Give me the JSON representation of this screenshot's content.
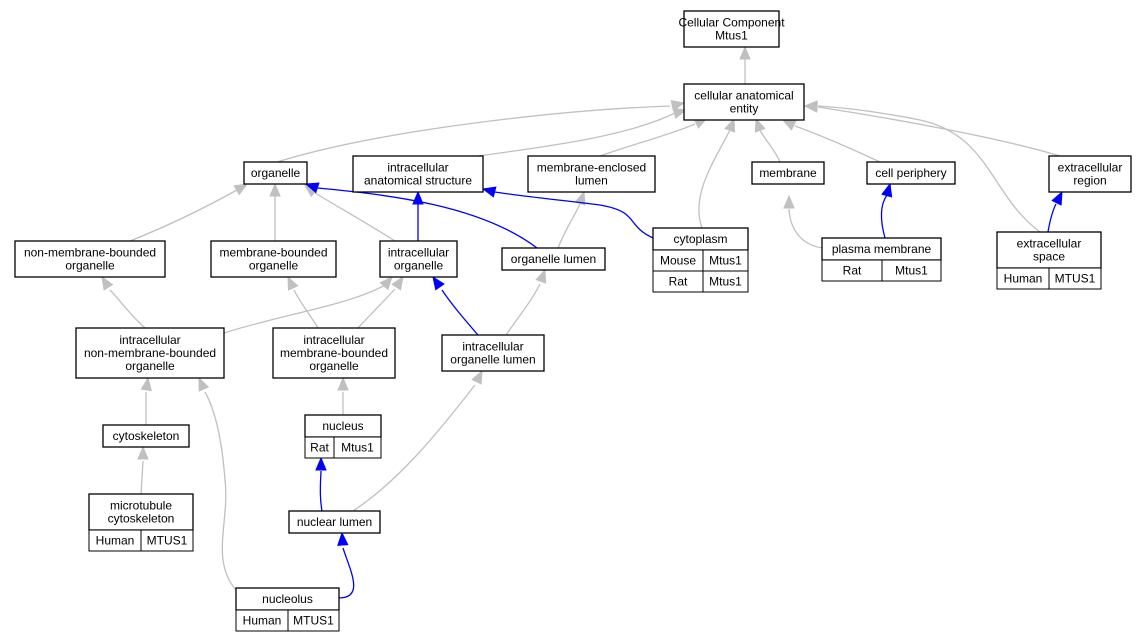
{
  "colors": {
    "edge_gray": "#c0c0c0",
    "edge_blue": "#0000ff",
    "human": "#f4634a",
    "rat": "#ffd700",
    "mouse": "#a8d8ea",
    "node_border": "#000000",
    "node_fill": "#ffffff"
  },
  "nodes": {
    "root": {
      "lines": [
        "Cellular Component",
        "Mtus1"
      ]
    },
    "cellular_anatomical_entity": {
      "lines": [
        "cellular anatomical",
        "entity"
      ]
    },
    "organelle": {
      "lines": [
        "organelle"
      ]
    },
    "intracellular_anatomical_structure": {
      "lines": [
        "intracellular",
        "anatomical structure"
      ]
    },
    "membrane_enclosed_lumen": {
      "lines": [
        "membrane-enclosed",
        "lumen"
      ]
    },
    "membrane": {
      "lines": [
        "membrane"
      ]
    },
    "cell_periphery": {
      "lines": [
        "cell periphery"
      ]
    },
    "extracellular_region": {
      "lines": [
        "extracellular",
        "region"
      ]
    },
    "non_membrane_bounded_organelle": {
      "lines": [
        "non-membrane-bounded",
        "organelle"
      ]
    },
    "membrane_bounded_organelle": {
      "lines": [
        "membrane-bounded",
        "organelle"
      ]
    },
    "intracellular_organelle": {
      "lines": [
        "intracellular",
        "organelle"
      ]
    },
    "organelle_lumen": {
      "lines": [
        "organelle lumen"
      ]
    },
    "cytoplasm": {
      "lines": [
        "cytoplasm"
      ],
      "rows": [
        [
          "Mouse",
          "Mtus1",
          "mouse"
        ],
        [
          "Rat",
          "Mtus1",
          "rat"
        ]
      ]
    },
    "plasma_membrane": {
      "lines": [
        "plasma membrane"
      ],
      "rows": [
        [
          "Rat",
          "Mtus1",
          "rat"
        ]
      ]
    },
    "extracellular_space": {
      "lines": [
        "extracellular",
        "space"
      ],
      "rows": [
        [
          "Human",
          "MTUS1",
          "human"
        ]
      ]
    },
    "intracellular_non_membrane_bounded_organelle": {
      "lines": [
        "intracellular",
        "non-membrane-bounded",
        "organelle"
      ]
    },
    "intracellular_membrane_bounded_organelle": {
      "lines": [
        "intracellular",
        "membrane-bounded",
        "organelle"
      ]
    },
    "intracellular_organelle_lumen": {
      "lines": [
        "intracellular",
        "organelle lumen"
      ]
    },
    "cytoskeleton": {
      "lines": [
        "cytoskeleton"
      ]
    },
    "nucleus": {
      "lines": [
        "nucleus"
      ],
      "rows": [
        [
          "Rat",
          "Mtus1",
          "rat"
        ]
      ]
    },
    "microtubule_cytoskeleton": {
      "lines": [
        "microtubule",
        "cytoskeleton"
      ],
      "rows": [
        [
          "Human",
          "MTUS1",
          "human"
        ]
      ]
    },
    "nuclear_lumen": {
      "lines": [
        "nuclear lumen"
      ]
    },
    "nucleolus": {
      "lines": [
        "nucleolus"
      ],
      "rows": [
        [
          "Human",
          "MTUS1",
          "human"
        ]
      ]
    }
  }
}
